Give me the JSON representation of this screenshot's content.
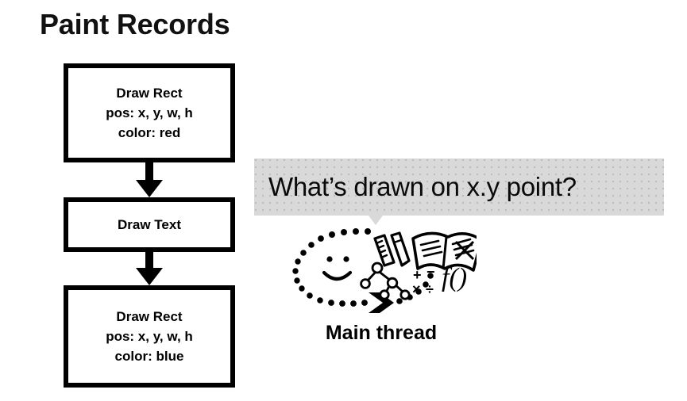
{
  "slide": {
    "title": "Paint Records",
    "background_color": "#ffffff",
    "ink_color": "#000000"
  },
  "paint_records": {
    "boxes": [
      {
        "name": "draw-rect-red",
        "lines": [
          "Draw Rect",
          "pos: x, y, w, h",
          "color: red"
        ],
        "op": "Draw Rect",
        "pos": "pos: x, y, w, h",
        "color": "color: red"
      },
      {
        "name": "draw-text",
        "lines": [
          "Draw Text"
        ],
        "op": "Draw Text"
      },
      {
        "name": "draw-rect-blue",
        "lines": [
          "Draw Rect",
          "pos: x, y, w, h",
          "color: blue"
        ],
        "op": "Draw Rect",
        "pos": "pos: x, y, w, h",
        "color": "color: blue"
      }
    ]
  },
  "question": {
    "bubble_text": "What’s drawn on x.y point?",
    "bubble_color": "#d9d9d9"
  },
  "thread": {
    "label": "Main thread",
    "icons": [
      "thought-bubble-dotted-oval",
      "smiley-face",
      "ruler-icon",
      "pencil-icon",
      "open-book-icon",
      "tree-graph-icon",
      "math-operators-icon",
      "function-notation-icon",
      "chevron-arrow-icon"
    ],
    "math_operators": [
      "+",
      "−",
      "×",
      "÷"
    ],
    "function_notation": "f()"
  }
}
